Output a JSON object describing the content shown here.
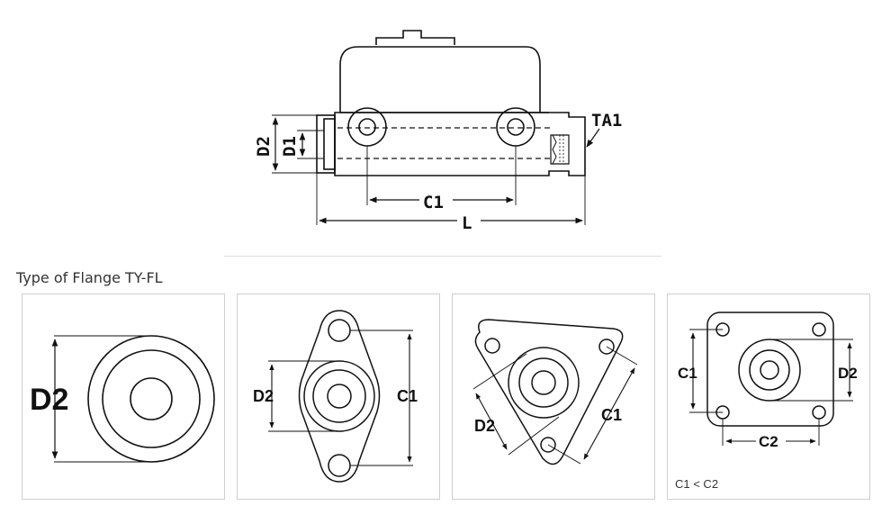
{
  "main_drawing": {
    "labels": {
      "d2": "D2",
      "d1": "D1",
      "ta1": "TA1",
      "c1": "C1",
      "l": "L"
    }
  },
  "section_title": "Type of Flange TY-FL",
  "flanges": [
    {
      "labels": {
        "d2": "D2"
      }
    },
    {
      "labels": {
        "d2": "D2",
        "c1": "C1"
      }
    },
    {
      "labels": {
        "d2": "D2",
        "c1": "C1"
      }
    },
    {
      "labels": {
        "c1": "C1",
        "d2": "D2",
        "c2": "C2"
      },
      "note": "C1 < C2"
    }
  ]
}
